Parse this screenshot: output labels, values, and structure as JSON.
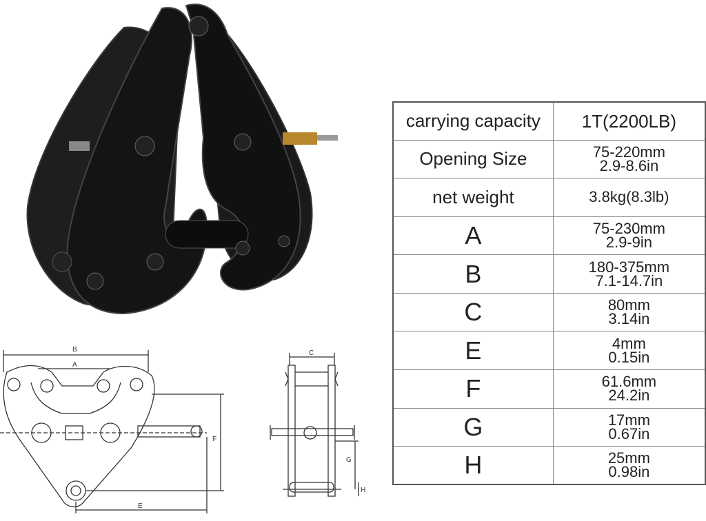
{
  "specs": {
    "rows": [
      {
        "label": "carrying capacity",
        "value_line1": "1T(2200LB)",
        "value_line2": ""
      },
      {
        "label": "Opening Size",
        "value_line1": "75-220mm",
        "value_line2": "2.9-8.6in"
      },
      {
        "label": "net weight",
        "value_line1": "3.8kg(8.3lb)",
        "value_line2": ""
      },
      {
        "label": "A",
        "value_line1": "75-230mm",
        "value_line2": "2.9-9in"
      },
      {
        "label": "B",
        "value_line1": "180-375mm",
        "value_line2": "7.1-14.7in"
      },
      {
        "label": "C",
        "value_line1": "80mm",
        "value_line2": "3.14in"
      },
      {
        "label": "E",
        "value_line1": "4mm",
        "value_line2": "0.15in"
      },
      {
        "label": "F",
        "value_line1": "61.6mm",
        "value_line2": "24.2in"
      },
      {
        "label": "G",
        "value_line1": "17mm",
        "value_line2": "0.67in"
      },
      {
        "label": "H",
        "value_line1": "25mm",
        "value_line2": "0.98in"
      }
    ]
  },
  "drawing": {
    "dim_b": "B",
    "dim_a": "A",
    "dim_e": "E",
    "dim_f": "F",
    "dim_c": "C",
    "dim_g": "G",
    "dim_h": "H"
  }
}
